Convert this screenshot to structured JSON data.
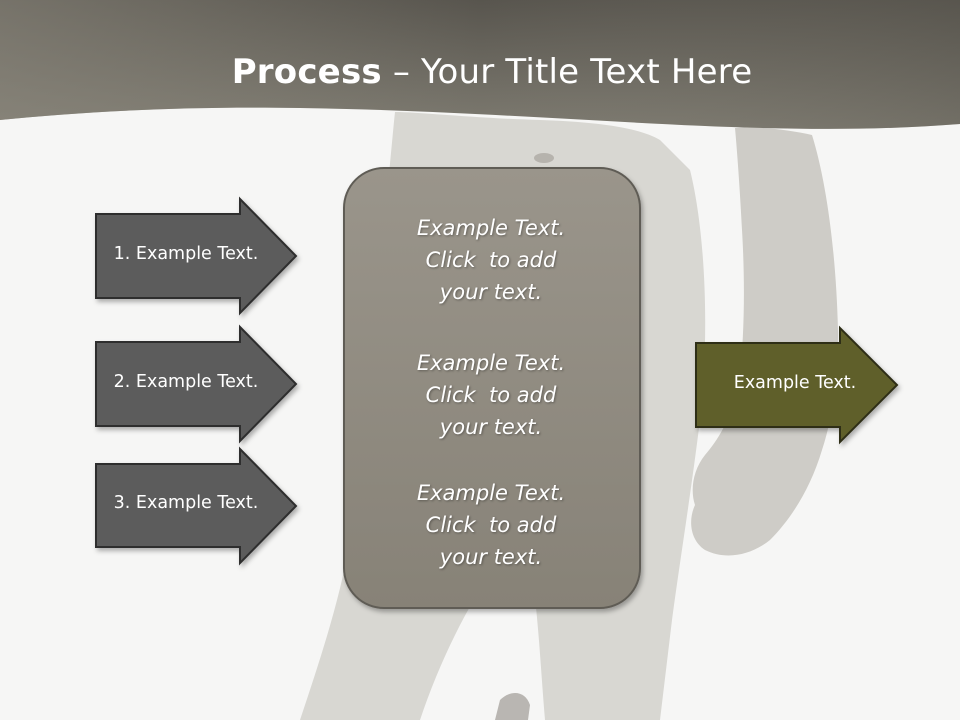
{
  "title": {
    "bold": "Process",
    "rest": " – Your Title Text Here"
  },
  "left_arrows": [
    {
      "label": "1. Example Text."
    },
    {
      "label": "2. Example Text."
    },
    {
      "label": "3. Example Text."
    }
  ],
  "center_box": {
    "blocks": [
      {
        "line1": "Example Text.",
        "line2": "Click  to add",
        "line3": "your text."
      },
      {
        "line1": "Example Text.",
        "line2": "Click  to add",
        "line3": "your text."
      },
      {
        "line1": "Example Text.",
        "line2": "Click  to add",
        "line3": "your text."
      }
    ]
  },
  "right_arrow": {
    "label": "Example Text."
  },
  "colors": {
    "header": "#6e6b62",
    "left_arrow_fill": "#5c5c5c",
    "center_box_fill": "#908b82",
    "right_arrow_fill": "#5f5f2c"
  }
}
